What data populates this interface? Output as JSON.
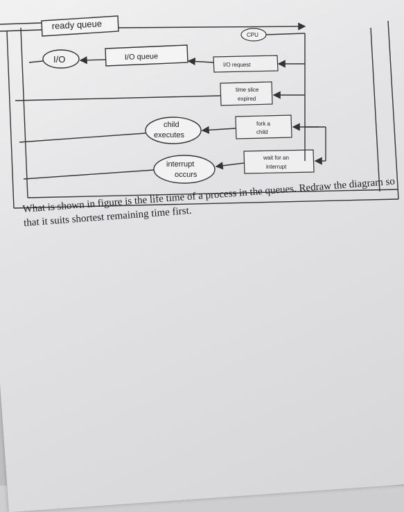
{
  "diagram": {
    "ready_queue": "ready queue",
    "cpu": "CPU",
    "io": "I/O",
    "io_queue": "I/O queue",
    "io_request": "I/O request",
    "time_slice_1": "time slice",
    "time_slice_2": "expired",
    "child_1": "child",
    "child_2": "executes",
    "fork_1": "fork a",
    "fork_2": "child",
    "interrupt_1": "interrupt",
    "interrupt_2": "occurs",
    "wait_1": "wait for an",
    "wait_2": "interrupt"
  },
  "question": {
    "line1": "What is shown in figure is the life time of a process in the queues. Redraw the diagram so",
    "line2": "that it suits shortest remaining time first."
  }
}
